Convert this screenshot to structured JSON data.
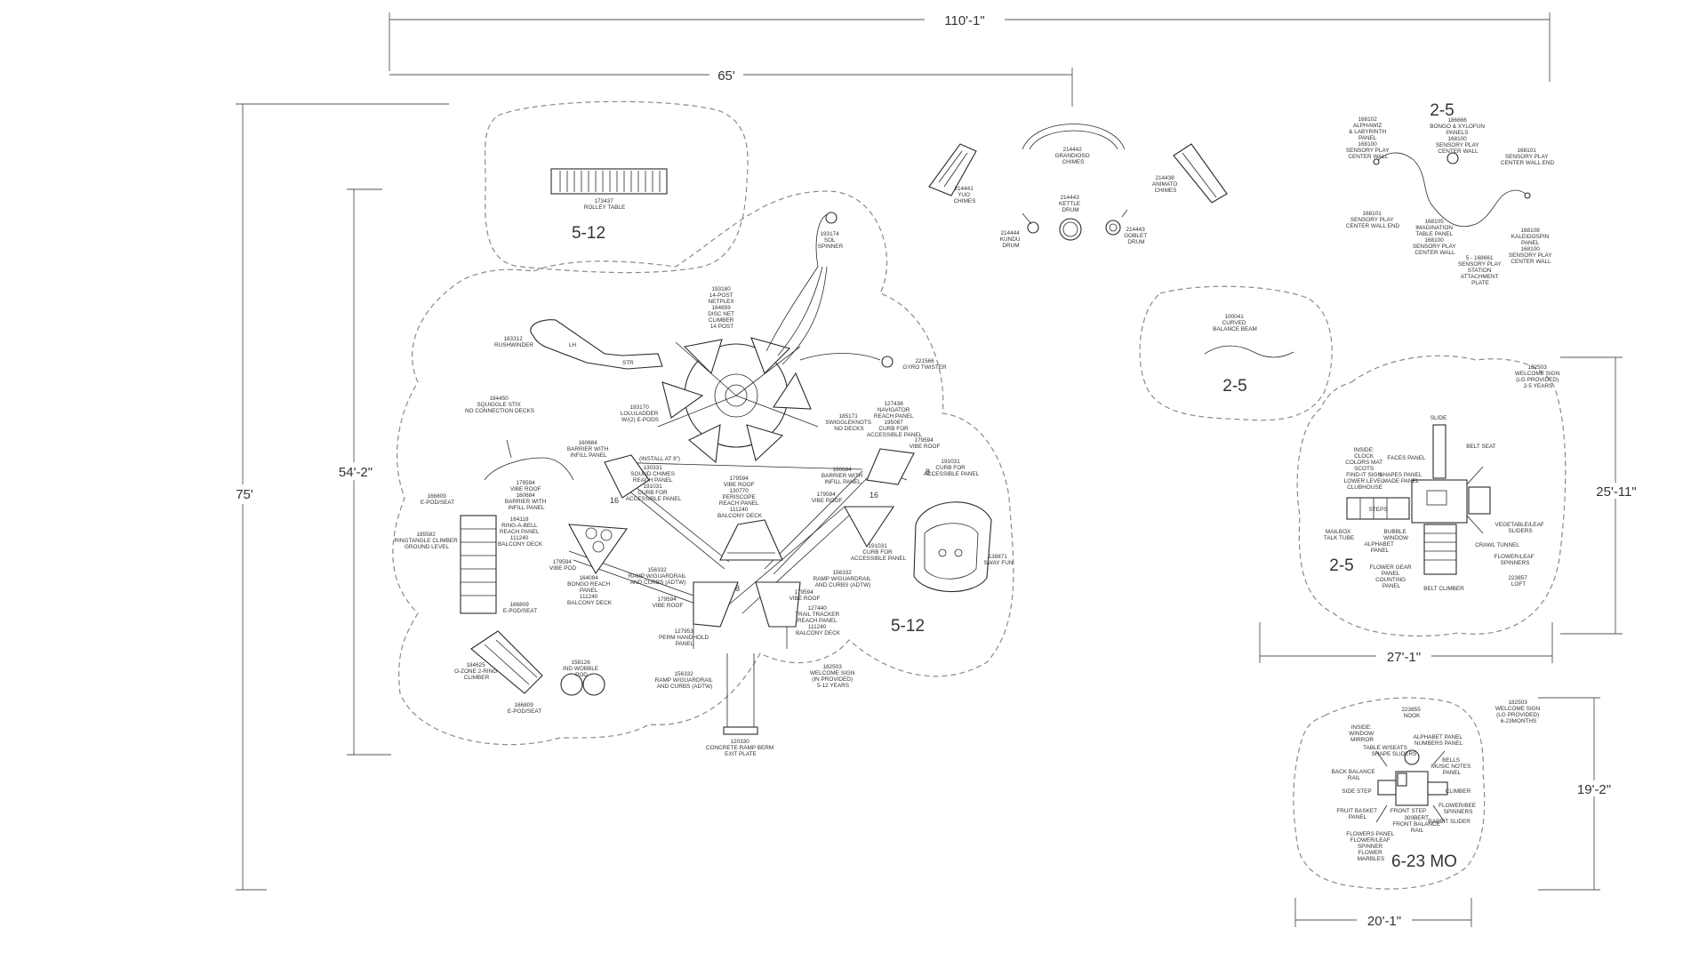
{
  "dimensions": {
    "overall_width": "110'-1\"",
    "width_65": "65'",
    "overall_height": "75'",
    "height_54": "54'-2\"",
    "toddler_height": "25'-11\"",
    "toddler_width": "27'-1\"",
    "infant_height": "19'-2\"",
    "infant_width": "20'-1\""
  },
  "age_groups": {
    "table_area": "5-12",
    "main_structure": "5-12",
    "balance_beam": "2-5",
    "sensory_wall": "2-5",
    "toddler": "2-5",
    "infant": "6-23 MO"
  },
  "labels": {
    "rolley_table": [
      "173437",
      "ROLLEY TABLE"
    ],
    "yuo_chimes": [
      "214441",
      "YUO",
      "CHIMES"
    ],
    "grandioso_chimes": [
      "214442",
      "GRANDIOSO",
      "CHIMES"
    ],
    "animato_chimes": [
      "214438",
      "ANIMATO",
      "CHIMES"
    ],
    "kundu_drum": [
      "214444",
      "KUNDU",
      "DRUM"
    ],
    "kettle_drum": [
      "214443",
      "KETTLE",
      "DRUM"
    ],
    "goblet_drum": [
      "214443",
      "GOBLET",
      "DRUM"
    ],
    "sol_spinner": [
      "193174",
      "SOL",
      "SPINNER"
    ],
    "netplex": [
      "193180",
      "14-POST",
      "NETPLEX",
      "184659",
      "DISC NET",
      "CLIMBER",
      "14 POST"
    ],
    "rushwinder": [
      "183312",
      "RUSHWINDER"
    ],
    "gyro_twister": [
      "221566",
      "GYRO TWISTER"
    ],
    "squiggle_stix": [
      "184450",
      "SQUIGGLE STIX",
      "NO CONNECTION DECKS"
    ],
    "loluladder": [
      "193170",
      "LOLULADDER",
      "W/(2) E-PODS"
    ],
    "navigator": [
      "127438",
      "NAVIGATOR",
      "REACH PANEL",
      "195087",
      "CURB FOR",
      "ACCESSIBLE PANEL"
    ],
    "swiggle_knots": [
      "185171",
      "SWIGGLEKNOTS",
      "NO DECKS"
    ],
    "install_note": "(INSTALL AT 8\")",
    "sound_chimes": [
      "130331",
      "SOUND CHIMES",
      "REACH PANEL",
      "191031",
      "CURB FOR",
      "ACCESSIBLE PANEL"
    ],
    "barrier_left": [
      "160684",
      "BARRIER WITH",
      "INFILL PANEL"
    ],
    "vibe_roof_left": [
      "179594",
      "VIBE ROOF",
      "160684",
      "BARRIER WITH",
      "INFILL PANEL"
    ],
    "e_pod_seat_1": [
      "166809",
      "E-POD/SEAT"
    ],
    "ringtangle": [
      "185582",
      "RINGTANGLE CLIMBER",
      "GROUND LEVEL"
    ],
    "ring_a_bell": [
      "164118",
      "RING-A-BELL",
      "REACH PANEL",
      "111240",
      "BALCONY DECK"
    ],
    "vibe_pod": [
      "179594",
      "VIBE POD"
    ],
    "periscope": [
      "179594",
      "VIBE ROOF",
      "130770",
      "PERISCOPE",
      "REACH PANEL",
      "111240",
      "BALCONY DECK"
    ],
    "barrier_right": [
      "160684",
      "BARRIER WITH",
      "INFILL PANEL"
    ],
    "vibe_roof_right1": [
      "179594",
      "VIBE ROOF"
    ],
    "vibe_roof_right2": [
      "179594",
      "VIBE ROOF"
    ],
    "curb_right1": [
      "191031",
      "CURB FOR",
      "ACCESSIBLE PANEL"
    ],
    "curb_right2": [
      "191031",
      "CURB FOR",
      "ACCESSIBLE PANEL"
    ],
    "sway_fun": [
      "138871",
      "SWAY FUN"
    ],
    "bongo_reach": [
      "164094",
      "BONGO REACH",
      "PANEL",
      "111240",
      "BALCONY DECK"
    ],
    "e_pod_seat_2": [
      "166809",
      "E-POD/SEAT"
    ],
    "ramp_left": [
      "156332",
      "RAMP W/GUARDRAIL",
      "AND CURBS (ADTW)"
    ],
    "ramp_right": [
      "156332",
      "RAMP W/GUARDRAIL",
      "AND CURBS (ADTW)"
    ],
    "vibe_roof_bottom_left": [
      "179594",
      "VIBE ROOF"
    ],
    "vibe_roof_bottom_right": [
      "179594",
      "VIBE ROOF"
    ],
    "trail_tracker": [
      "127440",
      "TRAIL TRACKER",
      "REACH PANEL",
      "111240",
      "BALCONY DECK"
    ],
    "perm_handhold": [
      "127953",
      "PERM HANDHOLD",
      "PANEL"
    ],
    "o_zone": [
      "184625",
      "O-ZONE 2-RING",
      "CLIMBER"
    ],
    "wobble_pod": [
      "158126",
      "IND WOBBLE",
      "POD"
    ],
    "e_pod_seat_3": [
      "166809",
      "E-POD/SEAT"
    ],
    "ramp_bottom": [
      "156332",
      "RAMP W/GUARDRAIL",
      "AND CURBS (ADTW)"
    ],
    "welcome_sign_512": [
      "182503",
      "WELCOME SIGN",
      "(IN PROVIDED)",
      "5-12 YEARS"
    ],
    "ramp_exit": [
      "120330",
      "CONCRETE RAMP BERM",
      "EXIT PLATE"
    ],
    "balance_beam": [
      "100041",
      "CURVED",
      "BALANCE BEAM"
    ],
    "alphawiz": [
      "168102",
      "ALPHAWIZ",
      "& LABYRINTH",
      "PANEL",
      "168100",
      "SENSORY PLAY",
      "CENTER WALL"
    ],
    "bongo_xylofun": [
      "186666",
      "BONGO & XYLOFUN",
      "PANELS",
      "168100",
      "SENSORY PLAY",
      "CENTER WALL"
    ],
    "sensory_end_right": [
      "168101",
      "SENSORY PLAY",
      "CENTER WALL END"
    ],
    "sensory_end_left": [
      "168101",
      "SENSORY PLAY",
      "CENTER WALL END"
    ],
    "imagination": [
      "168105",
      "IMAGINATION",
      "TABLE PANEL",
      "168100",
      "SENSORY PLAY",
      "CENTER WALL"
    ],
    "kaleidospin": [
      "168108",
      "KALEIDOSPIN",
      "PANEL",
      "168100",
      "SENSORY PLAY",
      "CENTER WALL"
    ],
    "station_plate": [
      "5 - 168661",
      "SENSORY PLAY",
      "STATION",
      "ATTACHMENT",
      "PLATE"
    ],
    "welcome_sign_25": [
      "182503",
      "WELCOME SIGN",
      "(LG PROVIDED)",
      "2-5 YEARS"
    ],
    "toddler_slide": "SLIDE",
    "toddler_belt_seat": "BELT SEAT",
    "toddler_inside": [
      "INSIDE:",
      "CLOCK",
      "COLORS MAT",
      "SCOTS",
      "FIND-IT SIGN",
      "LOWER LEVEL",
      "CLUBHOUSE"
    ],
    "toddler_faces": "FACES PANEL",
    "toddler_shapes": [
      "SHAPES PANEL",
      "MADE PANEL"
    ],
    "toddler_steps": "STEPS",
    "toddler_mailbox": [
      "MAILBOX",
      "TALK TUBE"
    ],
    "toddler_bubble": [
      "BUBBLE",
      "WINDOW"
    ],
    "toddler_veg": [
      "VEGETABLE/LEAF",
      "SLIDERS"
    ],
    "toddler_crawl": "CRAWL TUNNEL",
    "toddler_alphabet": [
      "ALPHABET",
      "PANEL"
    ],
    "toddler_flower_spinners": [
      "FLOWER/LEAF",
      "SPINNERS"
    ],
    "toddler_flower_gear": [
      "FLOWER GEAR",
      "PANEL",
      "COUNTING",
      "PANEL"
    ],
    "toddler_loft": [
      "223857",
      "LOFT"
    ],
    "toddler_belt_climber": "BELT CLIMBER",
    "infant_nook": [
      "223855",
      "NOOK"
    ],
    "infant_inside": [
      "INSIDE:",
      "WINDOW",
      "MIRROR"
    ],
    "infant_alphabet": [
      "ALPHABET PANEL",
      "NUMBERS PANEL"
    ],
    "infant_table": "TABLE W/SEATS",
    "infant_shape_sliders": "SHAPE SLIDERS",
    "infant_bells": [
      "BELLS",
      "MUSIC NOTES",
      "PANEL"
    ],
    "infant_back_balance": [
      "BACK BALANCE",
      "RAIL"
    ],
    "infant_side_step": "SIDE STEP",
    "infant_climber": "CLIMBER",
    "infant_fruit": [
      "FRUIT BASKET",
      "PANEL"
    ],
    "infant_front_step": "FRONT STEP",
    "infant_flower_bee": [
      "FLOWER/BEE",
      "SPINNERS"
    ],
    "infant_front_balance": [
      "300BERT",
      "FRONT BALANCE",
      "RAIL"
    ],
    "infant_rabbit": "RABBIT SLIDER",
    "infant_flowers": [
      "FLOWERS PANEL",
      "FLOWER/LEAF",
      "SPINNER",
      "FLOWER",
      "MARBLES"
    ],
    "welcome_sign_infant": [
      "182503",
      "WELCOME SIGN",
      "(LG PROVIDED)",
      "6-23MONTHS"
    ],
    "deck_heights": [
      "16",
      "16",
      "8",
      "8"
    ]
  }
}
